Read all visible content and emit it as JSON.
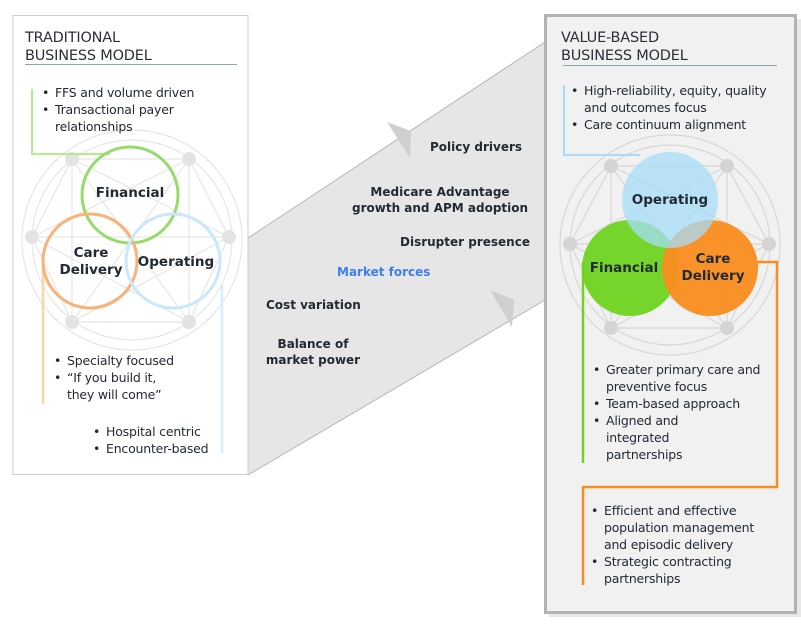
{
  "traditional": {
    "title_line1": "TRADITIONAL",
    "title_line2": "BUSINESS MODEL",
    "financial_bullets": [
      "FFS and volume driven",
      "Transactional payer relationships"
    ],
    "care_bullets": [
      "Specialty focused",
      "“If you build it, they will come”"
    ],
    "operating_bullets": [
      "Hospital centric",
      "Encounter-based"
    ],
    "circles": {
      "financial": "Financial",
      "care_line1": "Care",
      "care_line2": "Delivery",
      "operating": "Operating"
    }
  },
  "forces": {
    "policy_drivers": "Policy drivers",
    "medicare_line1": "Medicare Advantage",
    "medicare_line2": "growth and APM adoption",
    "disrupter": "Disrupter presence",
    "market_forces": "Market forces",
    "cost_variation": "Cost variation",
    "balance_line1": "Balance of",
    "balance_line2": "market power"
  },
  "value_based": {
    "title_line1": "VALUE-BASED",
    "title_line2": "BUSINESS MODEL",
    "operating_bullets": [
      "High-reliability, equity, quality and outcomes focus",
      "Care continuum alignment"
    ],
    "financial_bullets": [
      "Greater primary care and preventive focus",
      "Team-based approach",
      "Aligned and integrated partnerships"
    ],
    "care_bullets": [
      "Efficient and effective population management and episodic delivery",
      "Strategic contracting partnerships"
    ],
    "circles": {
      "operating": "Operating",
      "financial": "Financial",
      "care_line1": "Care",
      "care_line2": "Delivery"
    }
  },
  "colors": {
    "financial": "#6fd31f",
    "care": "#f98d1e",
    "operating": "#a6dcf8",
    "accent_text": "#3d7ef0",
    "band": "#e6e6e6"
  }
}
